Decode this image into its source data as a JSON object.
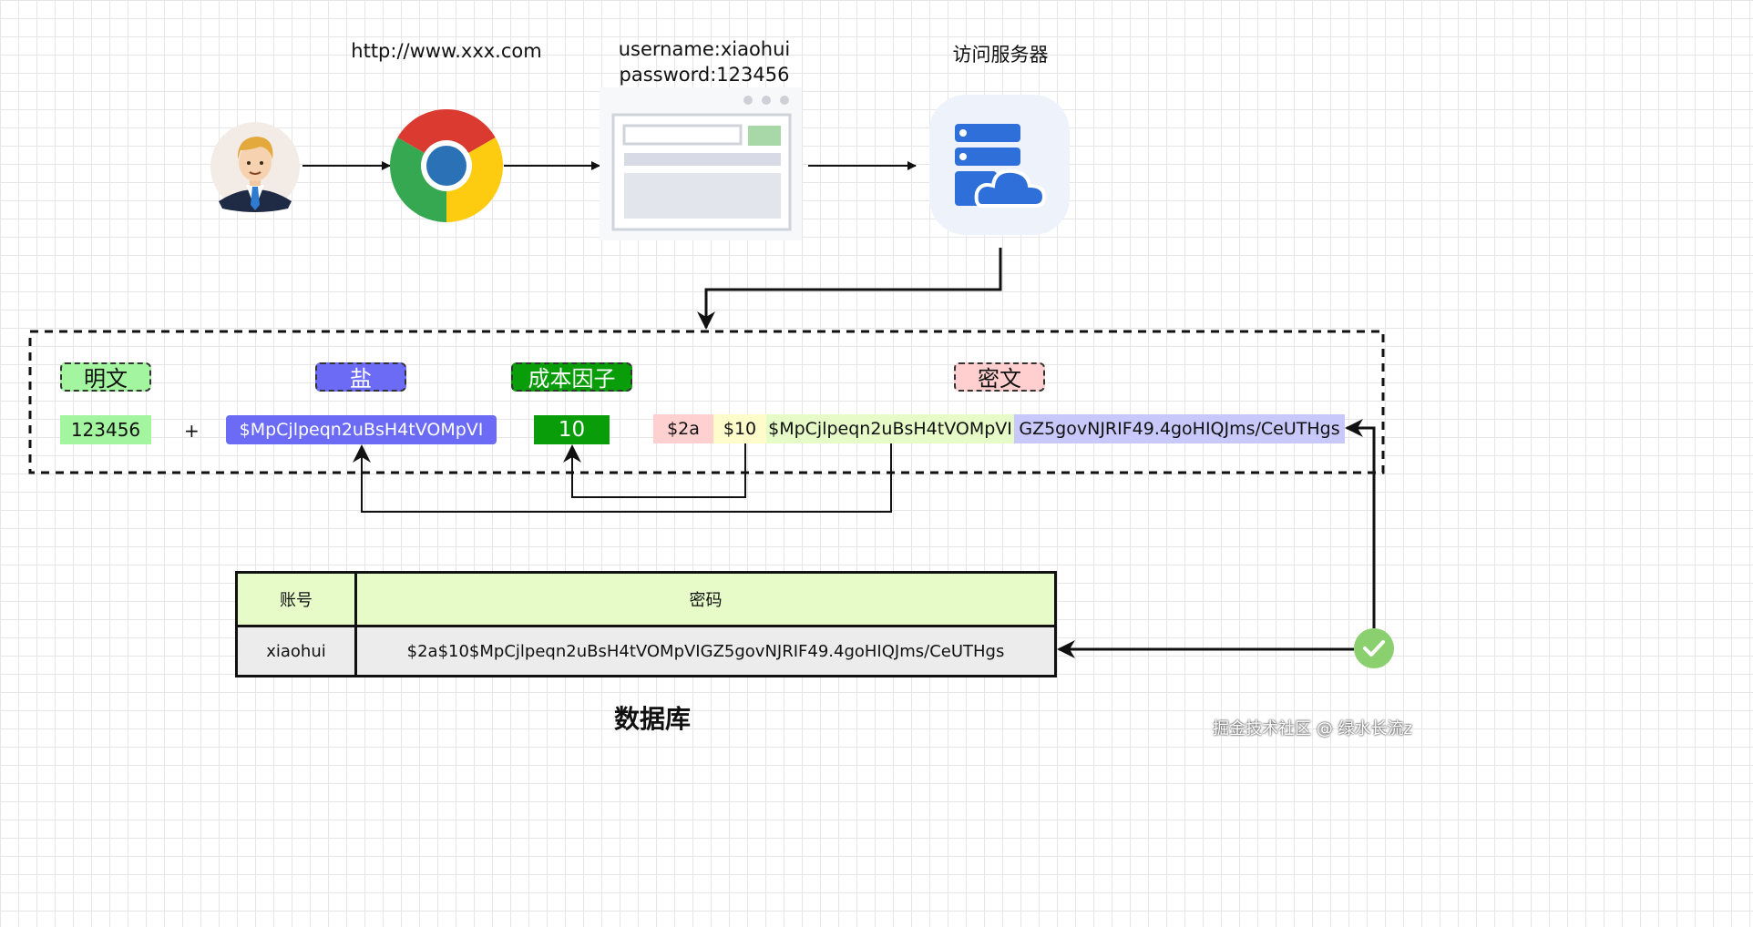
{
  "top": {
    "url": "http://www.xxx.com",
    "credentials": [
      "username:xiaohui",
      "password:123456"
    ],
    "server": "访问服务器"
  },
  "labels": {
    "plaintext": "明文",
    "salt": "盐",
    "cost_factor": "成本因子",
    "ciphertext": "密文"
  },
  "values": {
    "plaintext": "123456",
    "plus": "+",
    "salt": "$MpCjlpeqn2uBsH4tVOMpVI",
    "cost": "10"
  },
  "hash_segments": [
    "$2a",
    "$10",
    "$MpCjlpeqn2uBsH4tVOMpVI",
    "GZ5govNJRIF49.4goHIQJms/CeUTHgs"
  ],
  "table": {
    "headers": [
      "账号",
      "密码"
    ],
    "rows": [
      [
        "xiaohui",
        "$2a$10$MpCjlpeqn2uBsH4tVOMpVIGZ5govNJRIF49.4goHIQJms/CeUTHgs"
      ]
    ]
  },
  "db_caption": "数据库",
  "watermark": "掘金技术社区 @ 绿水长流z",
  "colors": {
    "plaintext": "#a3f5a0",
    "salt": "#6b6bf5",
    "cost": "#0a9d0a",
    "cipher_label": "#ffcfcf",
    "seg_2a": "#ffd0d0",
    "seg_10": "#fffccc",
    "seg_salt": "#e6fbc8",
    "seg_hash": "#c8c8fa",
    "check": "#8bd06e"
  }
}
